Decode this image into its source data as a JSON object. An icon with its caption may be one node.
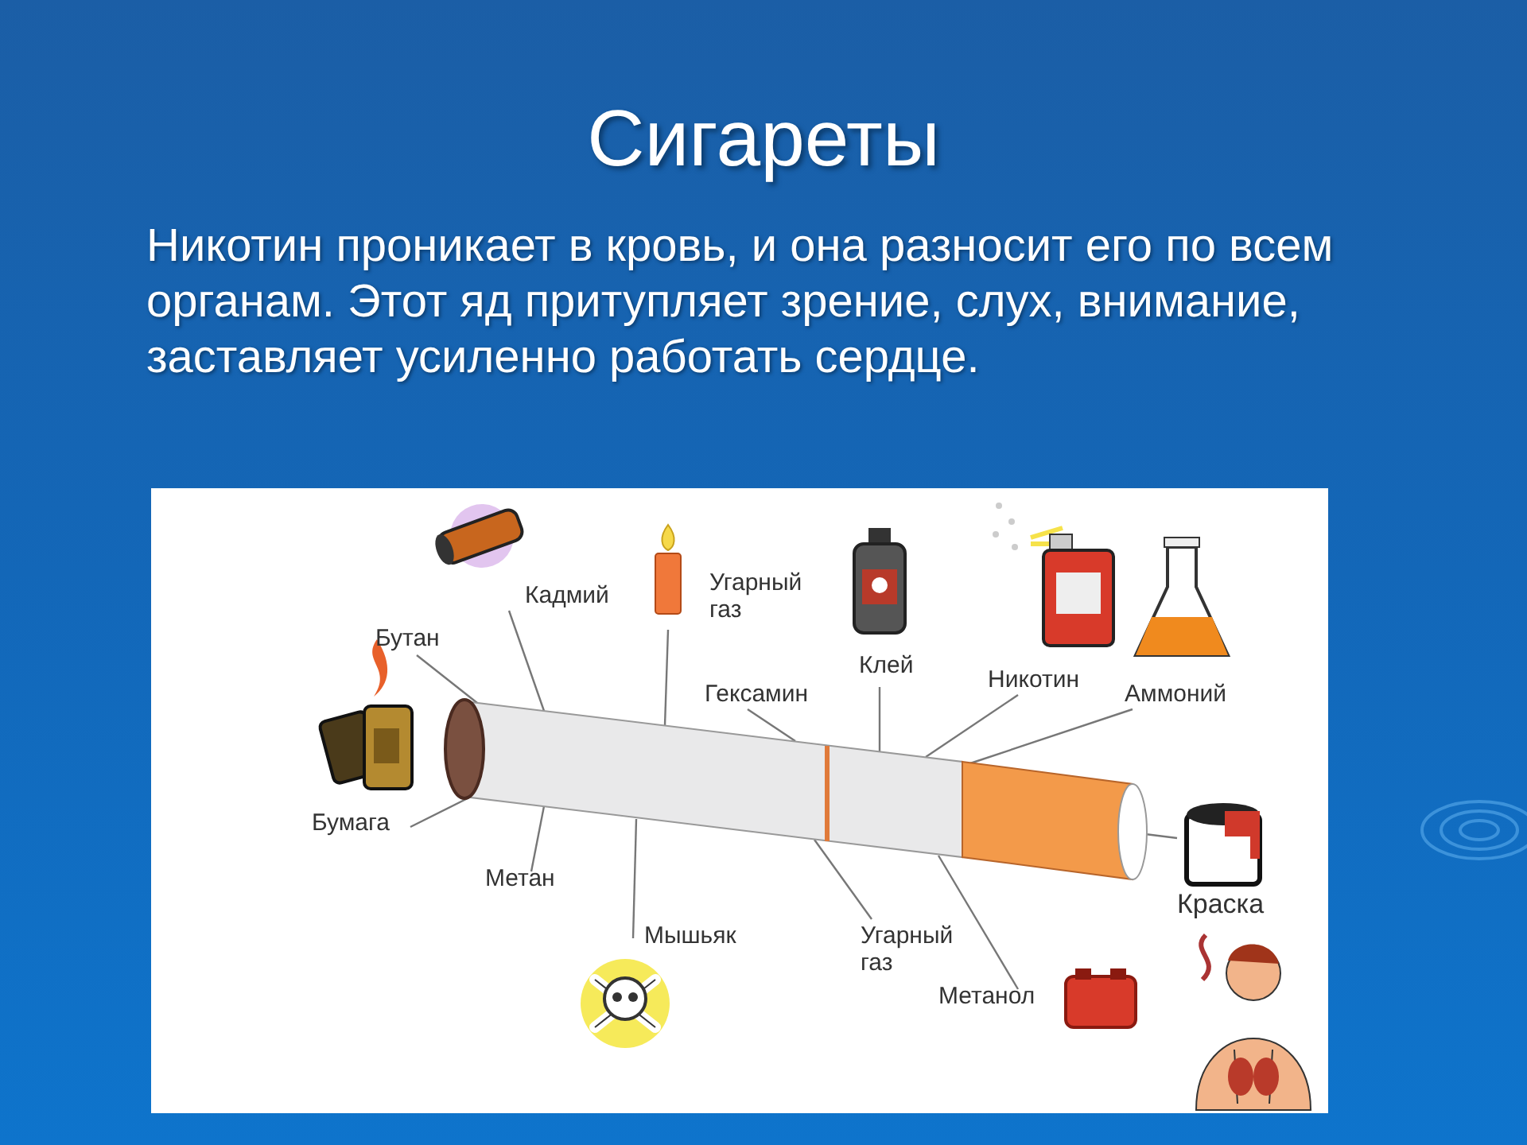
{
  "diagram": {
    "title": "Сигареты",
    "nodes": [
      {
        "text": [],
        "shape": "picture"
      },
      {
        "text": [
          "Бутан"
        ]
      },
      {
        "text": [
          "Кадмий"
        ]
      },
      {
        "text": [
          "Угарный газ"
        ]
      },
      {
        "text": [
          "Гексамин"
        ]
      },
      {
        "text": [
          "Клей"
        ]
      },
      {
        "text": [
          "Никотин"
        ]
      },
      {
        "text": [
          "Аммоний"
        ]
      },
      {
        "text": [
          "Бумага"
        ]
      },
      {
        "text": [
          "Метан"
        ]
      },
      {
        "text": [
          "Мышьяк"
        ]
      },
      {
        "text": [
          "Угарный газ"
        ]
      },
      {
        "text": [
          "Метанол"
        ]
      },
      {
        "text": [
          "Краска"
        ]
      }
    ],
    "edges": [
      {
        "from": 1,
        "to": 0,
        "arrow": "none"
      },
      {
        "from": 2,
        "to": 0,
        "arrow": "none"
      },
      {
        "from": 3,
        "to": 0,
        "arrow": "none"
      },
      {
        "from": 4,
        "to": 0,
        "arrow": "none"
      },
      {
        "from": 5,
        "to": 0,
        "arrow": "none"
      },
      {
        "from": 6,
        "to": 0,
        "arrow": "none"
      },
      {
        "from": 7,
        "to": 0,
        "arrow": "none"
      },
      {
        "from": 8,
        "to": 0,
        "arrow": "none"
      },
      {
        "from": 9,
        "to": 0,
        "arrow": "none"
      },
      {
        "from": 10,
        "to": 0,
        "arrow": "none"
      },
      {
        "from": 11,
        "to": 0,
        "arrow": "none"
      },
      {
        "from": 12,
        "to": 0,
        "arrow": "none"
      },
      {
        "from": 13,
        "to": 0,
        "arrow": "none"
      }
    ],
    "labels": [
      "Никотин проникает в кровь, и она разносит его по всем органам. Этот яд притупляет зрение, слух, внимание, заставляет усиленно работать сердце."
    ]
  }
}
